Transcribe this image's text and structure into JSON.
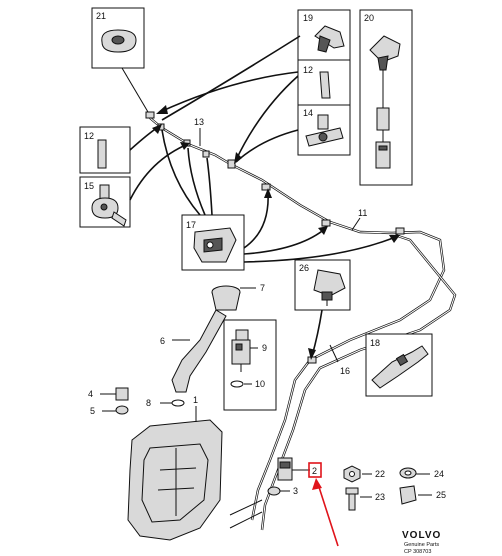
{
  "callouts": {
    "c1": "1",
    "c2": "2",
    "c3": "3",
    "c4": "4",
    "c5": "5",
    "c6": "6",
    "c7": "7",
    "c8": "8",
    "c9": "9",
    "c10": "10",
    "c11": "11",
    "c12a": "12",
    "c12b": "12",
    "c13": "13",
    "c14": "14",
    "c15": "15",
    "c16": "16",
    "c17": "17",
    "c18": "18",
    "c19": "19",
    "c20": "20",
    "c21": "21",
    "c22": "22",
    "c23": "23",
    "c24": "24",
    "c25": "25",
    "c26": "26"
  },
  "brand": {
    "logo": "VOLVO",
    "tagline1": "Genuine Parts",
    "tagline2": "CP 308703"
  },
  "highlight": {
    "part": "2",
    "color": "#e0141b"
  }
}
